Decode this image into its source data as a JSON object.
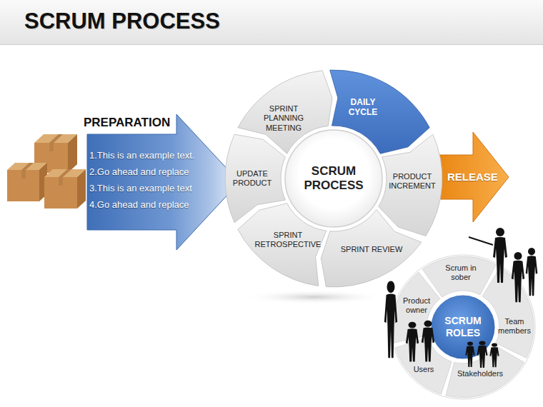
{
  "diagram": {
    "title": "SCRUM PROCESS",
    "nodes": [
      {
        "text": [
          "PREPARATION",
          "1.This is an example text.",
          "2.Go ahead and replace",
          "3.This is an example text",
          "4.Go ahead and replace"
        ]
      },
      {
        "text": [
          "SCRUM PROCESS"
        ]
      },
      {
        "text": [
          "SPRINT PLANNING MEETING"
        ],
        "in": 1
      },
      {
        "text": [
          "DAILY CYCLE"
        ],
        "in": 1
      },
      {
        "text": [
          "PRODUCT INCREMENT"
        ],
        "in": 1
      },
      {
        "text": [
          "SPRINT REVIEW"
        ],
        "in": 1
      },
      {
        "text": [
          "SPRINT RETROSPECTIVE"
        ],
        "in": 1
      },
      {
        "text": [
          "UPDATE PRODUCT"
        ],
        "in": 1
      },
      {
        "text": [
          "RELEASE"
        ]
      },
      {
        "text": [
          "SCRUM ROLES"
        ]
      },
      {
        "text": [
          "Scrum in sober"
        ],
        "in": 9
      },
      {
        "text": [
          "Team members"
        ],
        "in": 9
      },
      {
        "text": [
          "Stakeholders"
        ],
        "in": 9
      },
      {
        "text": [
          "Users"
        ],
        "in": 9
      },
      {
        "text": [
          "Product owner"
        ],
        "in": 9
      }
    ]
  }
}
